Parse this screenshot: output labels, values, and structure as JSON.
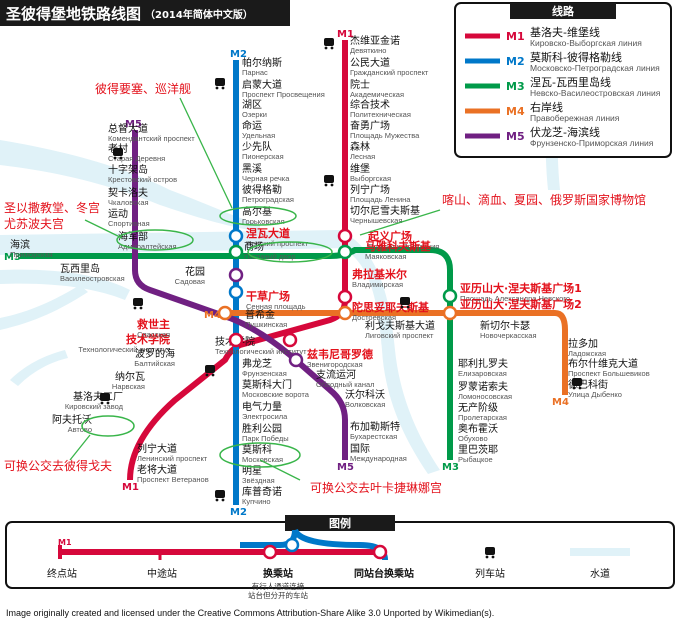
{
  "title": "圣彼得堡地铁路线图",
  "subtitle": "（2014年简体中文版）",
  "colors": {
    "M1": "#d6083b",
    "M2": "#0078c9",
    "M3": "#009a49",
    "M4": "#ea7125",
    "M5": "#702082",
    "water": "#e0f2f8",
    "annotation": "#e3111b",
    "note": "#39b54a"
  },
  "line_labels": {
    "m1": "M1",
    "m2": "M2",
    "m3": "M3",
    "m4": "M4",
    "m5": "M5"
  },
  "legend": {
    "title": "线路",
    "items": [
      {
        "code": "M1",
        "name_zh": "基洛夫-维堡线",
        "name_ru": "Кировско-Выборгская линия"
      },
      {
        "code": "M2",
        "name_zh": "莫斯科-彼得格勒线",
        "name_ru": "Московско-Петроградская линия"
      },
      {
        "code": "M3",
        "name_zh": "涅瓦-瓦西里岛线",
        "name_ru": "Невско-Василеостровская линия"
      },
      {
        "code": "M4",
        "name_zh": "右岸线",
        "name_ru": "Правобережная линия"
      },
      {
        "code": "M5",
        "name_zh": "伏龙芝-海滨线",
        "name_ru": "Фрунзенско-Приморская линия"
      }
    ]
  },
  "stations": {
    "m1": [
      {
        "zh": "杰维亚金诺",
        "ru": "Девяткино"
      },
      {
        "zh": "公民大道",
        "ru": "Гражданский проспект"
      },
      {
        "zh": "院士",
        "ru": "Академическая"
      },
      {
        "zh": "综合技术",
        "ru": "Политехническая"
      },
      {
        "zh": "奋勇广场",
        "ru": "Площадь Мужества"
      },
      {
        "zh": "森林",
        "ru": "Лесная"
      },
      {
        "zh": "维堡",
        "ru": "Выборгская"
      },
      {
        "zh": "列宁广场",
        "ru": "Площадь Ленина"
      },
      {
        "zh": "切尔尼雪夫斯基",
        "ru": "Чернышевская"
      },
      {
        "zh": "起义广场",
        "ru": "Площадь Восстания"
      },
      {
        "zh": "弗拉基米尔",
        "ru": "Владимирская"
      },
      {
        "zh": "技术学院",
        "ru": "Технологический институт"
      },
      {
        "zh": "波罗的海",
        "ru": "Балтийская"
      },
      {
        "zh": "纳尔瓦",
        "ru": "Нарвская"
      },
      {
        "zh": "基洛夫工厂",
        "ru": "Кировский завод"
      },
      {
        "zh": "阿夫托沃",
        "ru": "Автово"
      },
      {
        "zh": "列宁大道",
        "ru": "Ленинский проспект"
      },
      {
        "zh": "老将大道",
        "ru": "Проспект Ветеранов"
      }
    ],
    "m2": [
      {
        "zh": "帕尔纳斯",
        "ru": "Парнас"
      },
      {
        "zh": "启蒙大道",
        "ru": "Проспект Просвещения"
      },
      {
        "zh": "湖区",
        "ru": "Озерки"
      },
      {
        "zh": "命运",
        "ru": "Удельная"
      },
      {
        "zh": "少先队",
        "ru": "Пионерская"
      },
      {
        "zh": "黑溪",
        "ru": "Черная речка"
      },
      {
        "zh": "彼得格勒",
        "ru": "Петроградская"
      },
      {
        "zh": "高尔基",
        "ru": "Горьковская"
      },
      {
        "zh": "涅瓦大道",
        "ru": "Невский проспект"
      },
      {
        "zh": "干草广场",
        "ru": "Сенная площадь"
      },
      {
        "zh": "技术学院",
        "ru": "Технологический институт"
      },
      {
        "zh": "弗龙芝",
        "ru": "Фрунзенская"
      },
      {
        "zh": "莫斯科大门",
        "ru": "Московские ворота"
      },
      {
        "zh": "电气力量",
        "ru": "Электросила"
      },
      {
        "zh": "胜利公园",
        "ru": "Парк Победы"
      },
      {
        "zh": "莫斯科",
        "ru": "Московская"
      },
      {
        "zh": "明星",
        "ru": "Звёздная"
      },
      {
        "zh": "库普奇诺",
        "ru": "Купчино"
      }
    ],
    "m3": [
      {
        "zh": "海滨",
        "ru": "Приморская"
      },
      {
        "zh": "瓦西里岛",
        "ru": "Василеостровская"
      },
      {
        "zh": "商场",
        "ru": "Гостиный двор"
      },
      {
        "zh": "马雅科夫斯基",
        "ru": "Маяковская"
      },
      {
        "zh": "亚历山大·涅夫斯基广场1",
        "ru": "Площадь Александра Невского"
      },
      {
        "zh": "耶利扎罗夫",
        "ru": "Елизаровская"
      },
      {
        "zh": "罗蒙诺索夫",
        "ru": "Ломоносовская"
      },
      {
        "zh": "无产阶级",
        "ru": "Пролетарская"
      },
      {
        "zh": "奥布霍沃",
        "ru": "Обухово"
      },
      {
        "zh": "里巴茨耶",
        "ru": "Рыбацкое"
      }
    ],
    "m4": [
      {
        "zh": "救世主",
        "ru": "Спасская"
      },
      {
        "zh": "陀思妥耶夫斯基",
        "ru": "Достоевская"
      },
      {
        "zh": "亚历山大·涅夫斯基广场2",
        "ru": ""
      },
      {
        "zh": "利戈夫斯基大道",
        "ru": "Лиговский проспект"
      },
      {
        "zh": "新切尔卡瑟",
        "ru": "Новочеркасская"
      },
      {
        "zh": "拉多加",
        "ru": "Ладожская"
      },
      {
        "zh": "布尔什维克大道",
        "ru": "Проспект Большевиков"
      },
      {
        "zh": "德巴科街",
        "ru": "Улица Дыбенко"
      }
    ],
    "m5": [
      {
        "zh": "总督大道",
        "ru": "Комендантский проспект"
      },
      {
        "zh": "老村",
        "ru": "Старая Деревня"
      },
      {
        "zh": "十字架岛",
        "ru": "Крестовский остров"
      },
      {
        "zh": "契卡洛夫",
        "ru": "Чкаловская"
      },
      {
        "zh": "运动",
        "ru": "Спортивная"
      },
      {
        "zh": "海军部",
        "ru": "Адмиралтейская"
      },
      {
        "zh": "花园",
        "ru": "Садовая"
      },
      {
        "zh": "普希金",
        "ru": "Пушкинская"
      },
      {
        "zh": "兹韦尼哥罗德",
        "ru": "Звенигородская"
      },
      {
        "zh": "支流运河",
        "ru": "Обводный канал"
      },
      {
        "zh": "沃尔科沃",
        "ru": "Волковская"
      },
      {
        "zh": "布加勒斯特",
        "ru": "Бухарестская"
      },
      {
        "zh": "国际",
        "ru": "Международная"
      }
    ]
  },
  "annotations": [
    {
      "text": "彼得要塞、巡洋舰"
    },
    {
      "text": "圣以撒教堂、冬宫"
    },
    {
      "text": "尤苏波夫宫"
    },
    {
      "text": "喀山、滴血、夏园、俄罗斯国家博物馆"
    },
    {
      "text": "可换公交去彼得戈夫"
    },
    {
      "text": "可换公交去叶卡捷琳娜宫"
    }
  ],
  "key": {
    "title": "图例",
    "terminal": "终点站",
    "intermediate": "中途站",
    "transfer": "换乘站",
    "transfer_note_1": "有行人通道连接",
    "transfer_note_2": "站台但分开的车站",
    "same_platform": "同站台换乘站",
    "train": "列车站",
    "water": "水道"
  },
  "footer": "Image originally created and licensed under the Creative Commons Attribution-Share Alike 3.0 Unported by Wikimedian(s)."
}
